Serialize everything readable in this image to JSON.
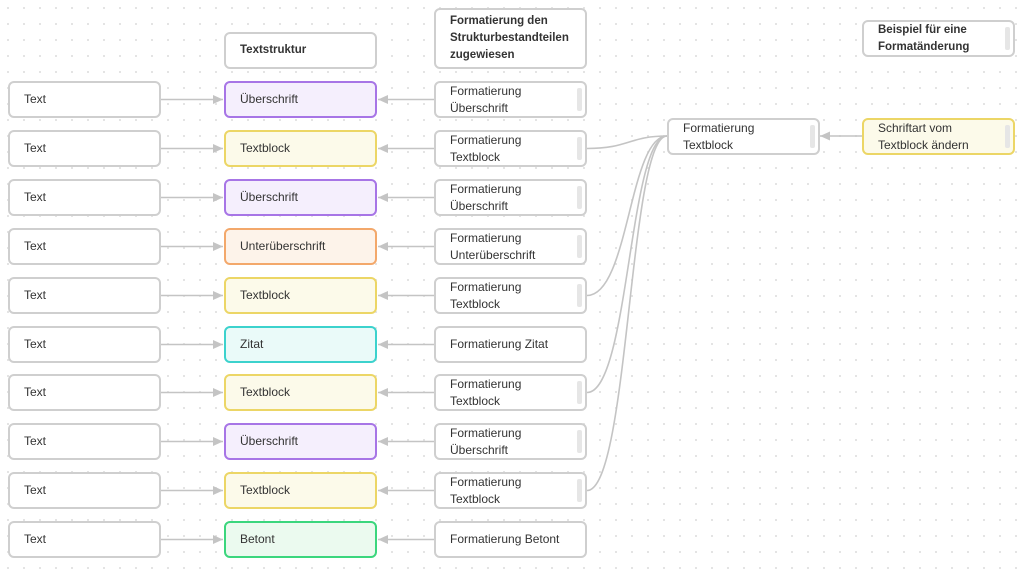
{
  "headers": {
    "structure": "Textstruktur",
    "formatting": "Formatierung den Strukturbestandteilen zugewiesen",
    "example": "Beispiel für eine Formatänderung"
  },
  "rows": [
    {
      "text": "Text",
      "structure": "Überschrift",
      "color": "purple",
      "formatting": "Formatierung Überschrift"
    },
    {
      "text": "Text",
      "structure": "Textblock",
      "color": "yellow",
      "formatting": "Formatierung Textblock"
    },
    {
      "text": "Text",
      "structure": "Überschrift",
      "color": "purple",
      "formatting": "Formatierung Überschrift"
    },
    {
      "text": "Text",
      "structure": "Unterüberschrift",
      "color": "orange",
      "formatting": "Formatierung Unterüberschrift"
    },
    {
      "text": "Text",
      "structure": "Textblock",
      "color": "yellow",
      "formatting": "Formatierung Textblock"
    },
    {
      "text": "Text",
      "structure": "Zitat",
      "color": "teal",
      "formatting": "Formatierung Zitat"
    },
    {
      "text": "Text",
      "structure": "Textblock",
      "color": "yellow",
      "formatting": "Formatierung Textblock"
    },
    {
      "text": "Text",
      "structure": "Überschrift",
      "color": "purple",
      "formatting": "Formatierung Überschrift"
    },
    {
      "text": "Text",
      "structure": "Textblock",
      "color": "yellow",
      "formatting": "Formatierung Textblock"
    },
    {
      "text": "Text",
      "structure": "Betont",
      "color": "green",
      "formatting": "Formatierung Betont"
    }
  ],
  "example": {
    "formatting_node": "Formatierung Textblock",
    "change_node": "Schriftart vom Textblock ändern"
  },
  "colors": {
    "purple": "#a775e6",
    "yellow": "#ecd666",
    "orange": "#f3a86b",
    "teal": "#3cd2cd",
    "green": "#3bd67d",
    "connector": "#c4c4c4"
  }
}
